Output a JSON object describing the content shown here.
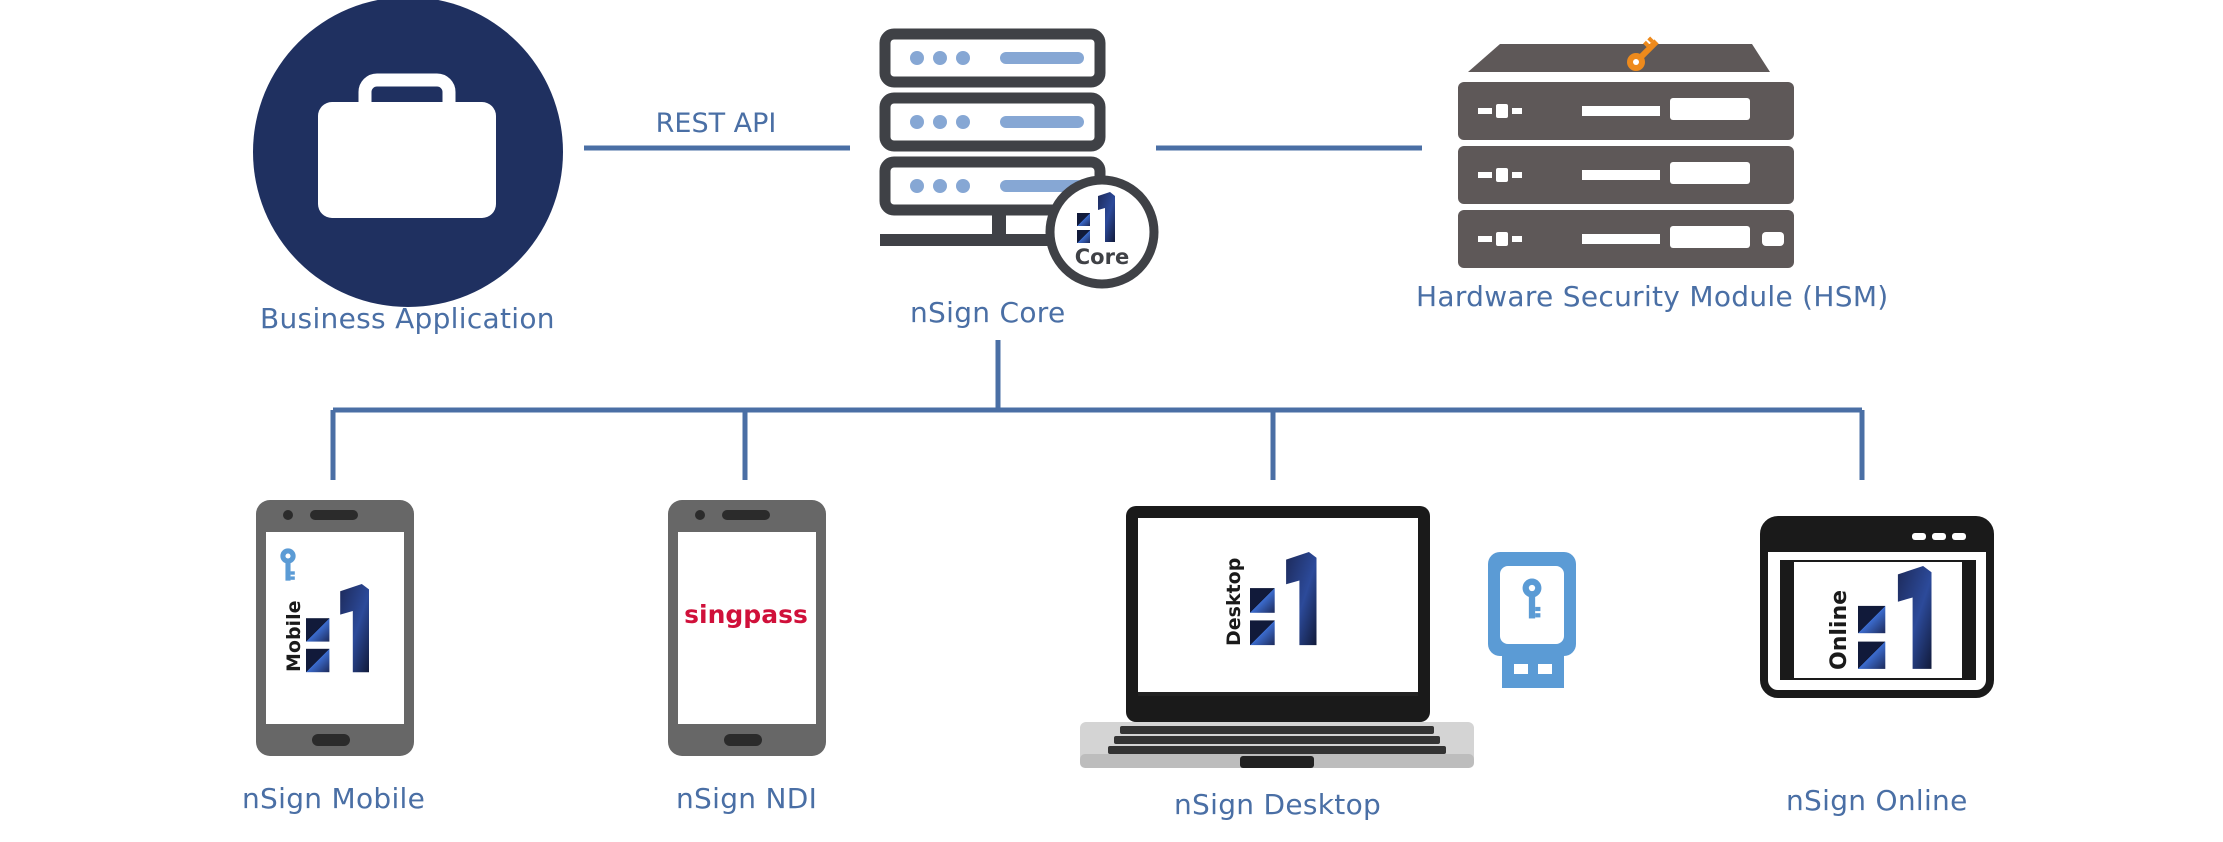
{
  "connector_label": "REST API",
  "nodes": {
    "business_app": "Business Application",
    "core": "nSign Core",
    "hsm": "Hardware Security Module (HSM)",
    "mobile": "nSign Mobile",
    "ndi": "nSign NDI",
    "desktop": "nSign Desktop",
    "online": "nSign Online"
  },
  "logo_words": {
    "core": "Core",
    "mobile": "Mobile",
    "ndi": "singpass",
    "desktop": "Desktop",
    "online": "Online"
  },
  "colors": {
    "line": "#4a6fa5",
    "navy": "#1f3060",
    "device_gray": "#676767",
    "server_dark": "#3f4146",
    "server_light": "#86a7d4",
    "hsm_gray": "#5e5858",
    "key_blue": "#5b9bd5",
    "key_orange": "#ee8a1c",
    "singpass_red": "#d0103a"
  },
  "icons": {
    "business_app": "briefcase-icon",
    "core": "server-stack-icon",
    "hsm": "hsm-rack-icon",
    "mobile": "smartphone-icon",
    "ndi": "smartphone-icon",
    "desktop": "laptop-icon",
    "token": "usb-key-icon",
    "online": "browser-window-icon"
  }
}
